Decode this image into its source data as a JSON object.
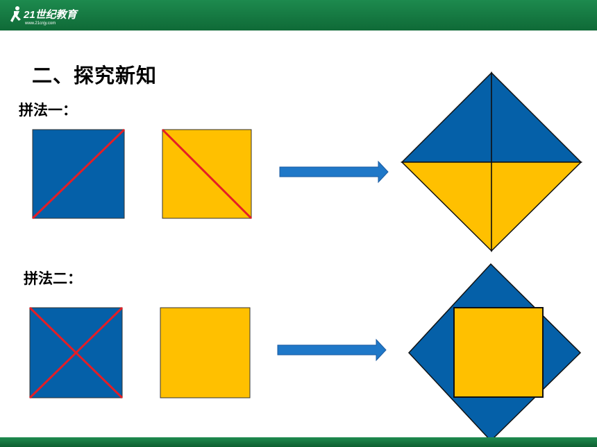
{
  "header": {
    "logo_text": "21世纪教育",
    "logo_url_text": "www.21cnjy.com"
  },
  "slide": {
    "heading": "二、探究新知",
    "method1_label": "拼法一：",
    "method2_label": "拼法二："
  },
  "colors": {
    "blue": "#0560A8",
    "yellow": "#FFC000",
    "red_line": "#E41E26",
    "arrow_blue": "#1F78C8",
    "header_green": "#127A40"
  }
}
